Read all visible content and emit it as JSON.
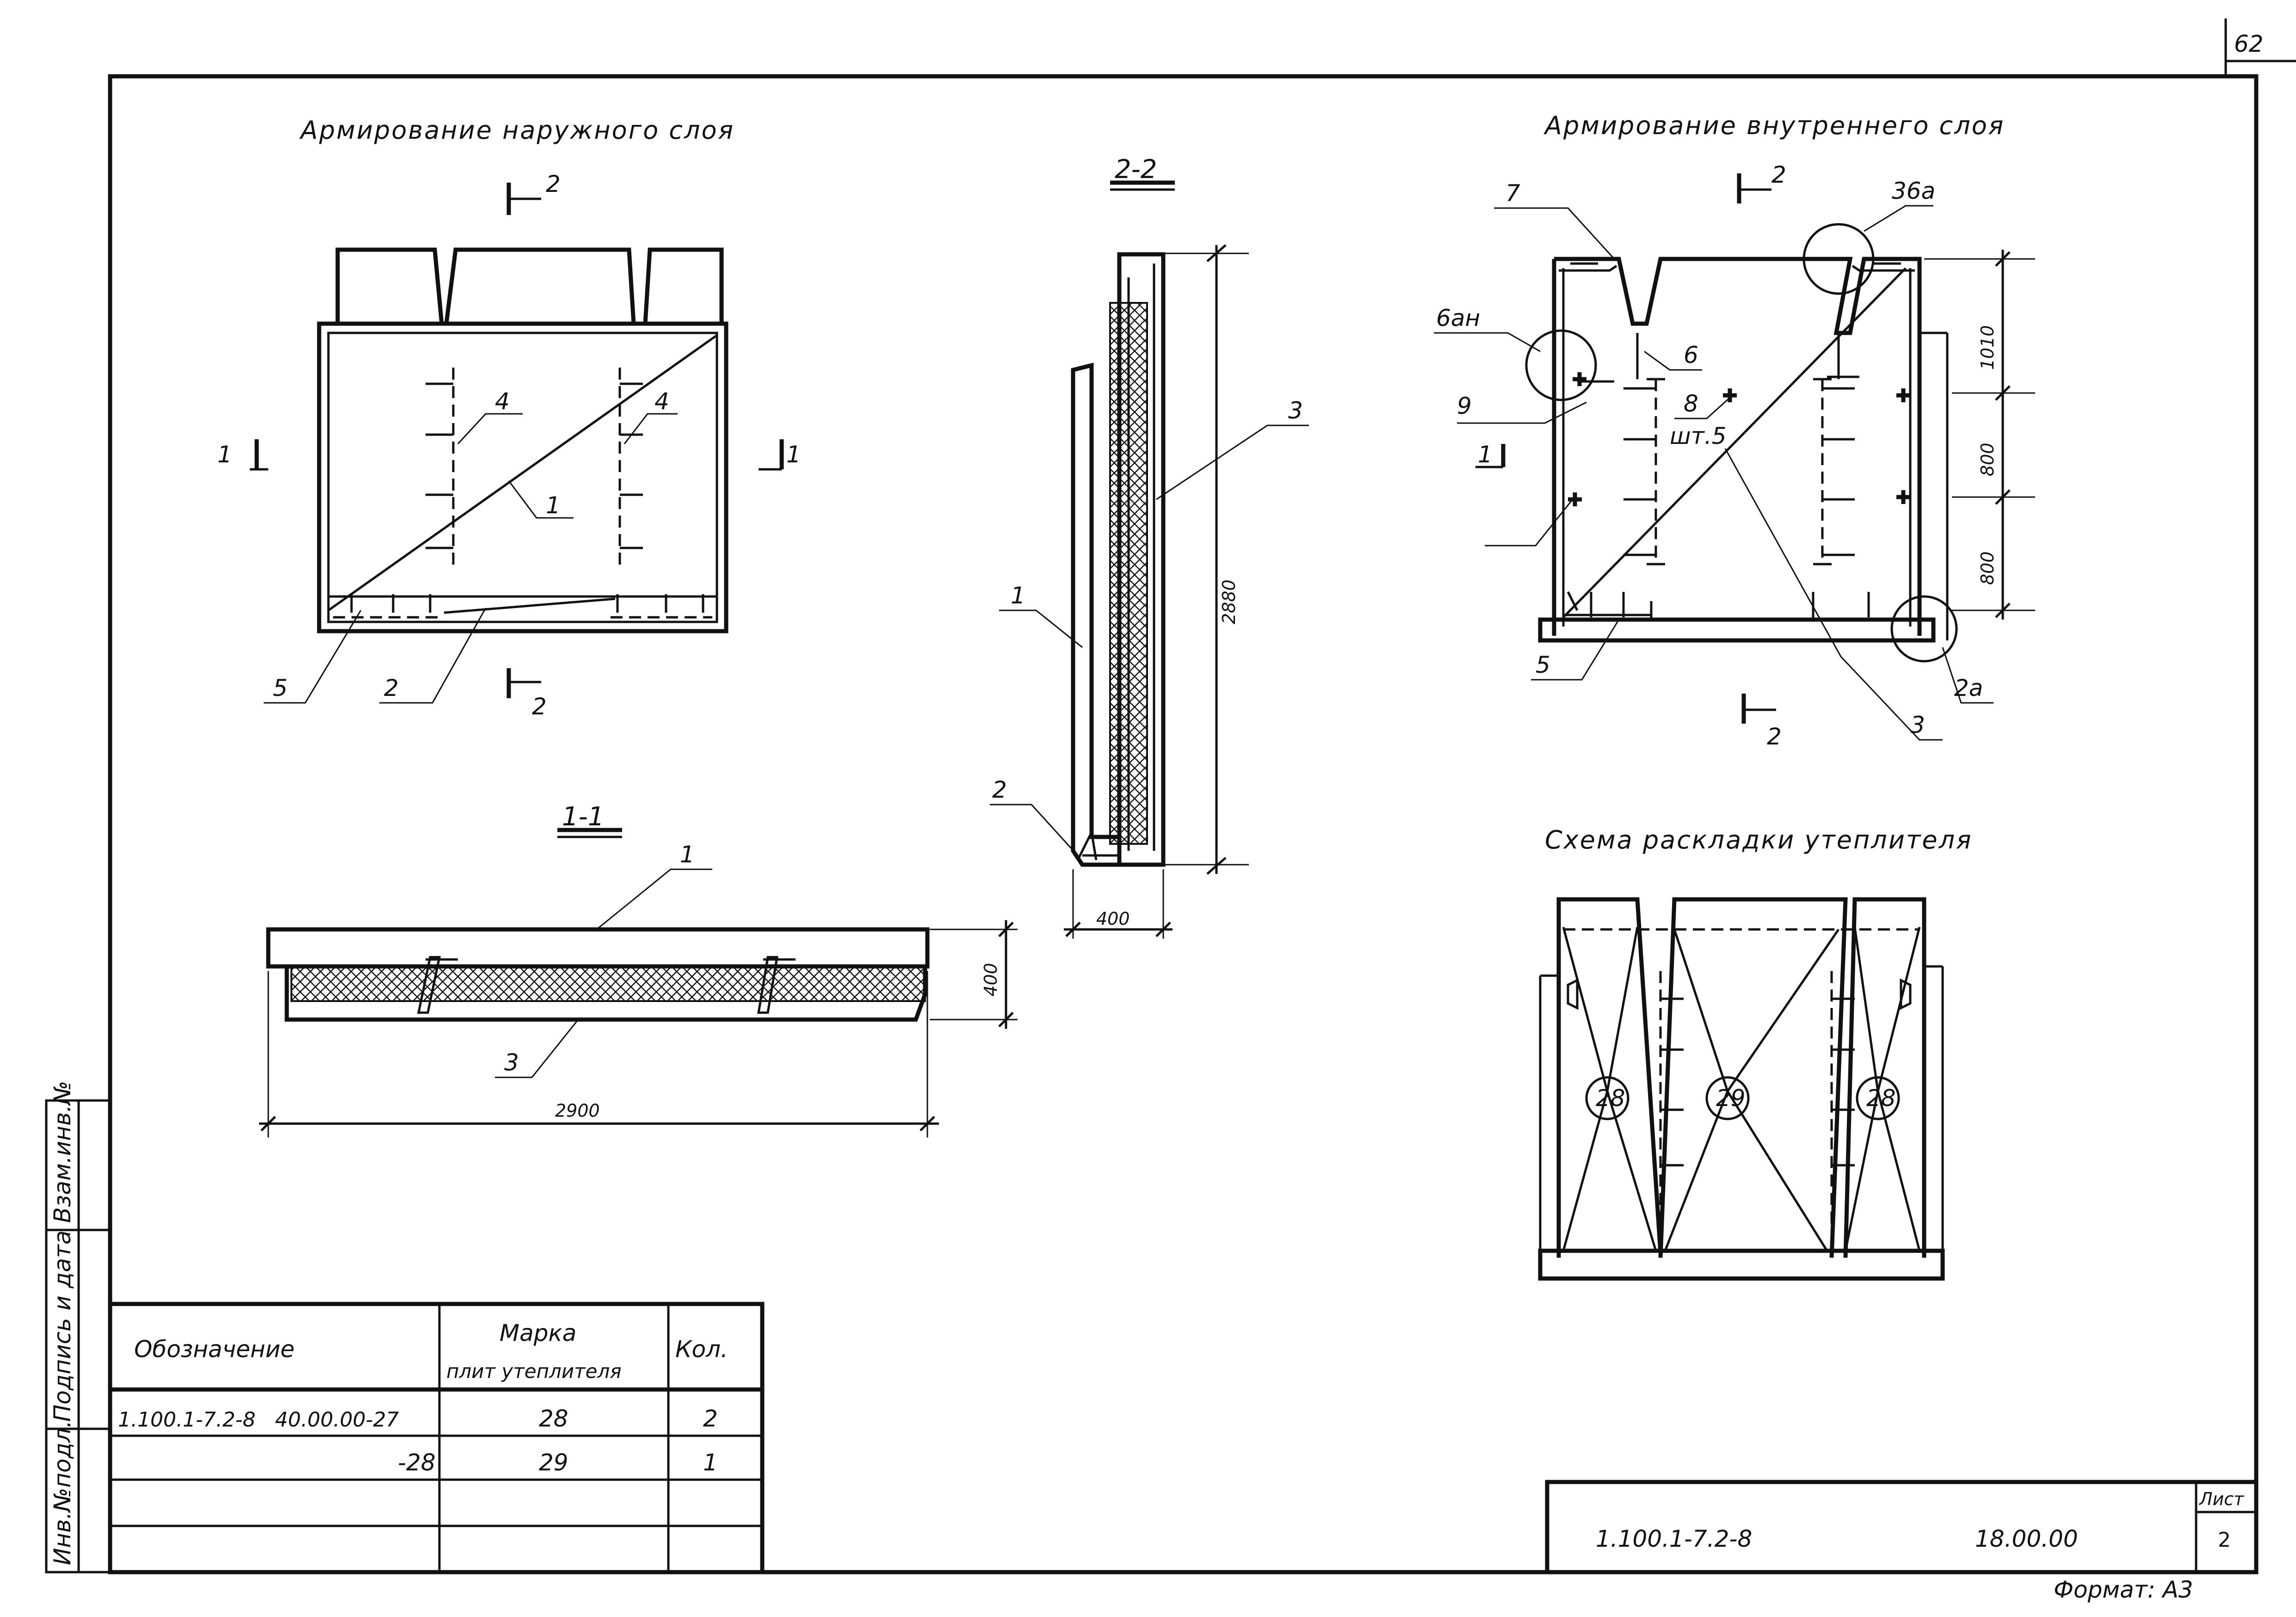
{
  "sheet_number": "62",
  "views": {
    "outer_layer_title": "Армирование наружного слоя",
    "inner_layer_title": "Армирование внутреннего слоя",
    "insulation_scheme_title": "Схема раскладки утеплителя",
    "section_2_2": "2-2",
    "section_1_1": "1-1"
  },
  "section_marks": {
    "two": "2",
    "one": "1"
  },
  "callouts": {
    "c1": "1",
    "c2": "2",
    "c3": "3",
    "c4": "4",
    "c5": "5",
    "c6": "6",
    "c7": "7",
    "c8": "8",
    "c9": "9",
    "c36a": "36а",
    "c2a": "2а",
    "c6an": "6ан",
    "pieces": "шт.5",
    "plate_28": "28",
    "plate_29": "29"
  },
  "dimensions": {
    "d2880": "2880",
    "d400": "400",
    "d2900": "2900",
    "d1010": "1010",
    "d800": "800"
  },
  "side_stamp": {
    "inv_orig": "Инв.№подл.",
    "sign_date": "Подпись и дата",
    "replace_inv": "Взам.инв.№"
  },
  "table": {
    "headers": [
      "Обозначение",
      "Марка плит утеплителя",
      "Кол."
    ],
    "header_mark_line1": "Марка",
    "header_mark_line2": "плит утеплителя",
    "rows": [
      {
        "designation": "1.100.1-7.2-8   40.00.00-27",
        "mark": "28",
        "qty": "2"
      },
      {
        "designation": "-28",
        "mark": "29",
        "qty": "1"
      }
    ]
  },
  "title_block": {
    "code": "1.100.1-7.2-8",
    "number": "18.00.00",
    "sheet_label": "Лист",
    "sheet": "2",
    "format": "Формат: А3"
  }
}
